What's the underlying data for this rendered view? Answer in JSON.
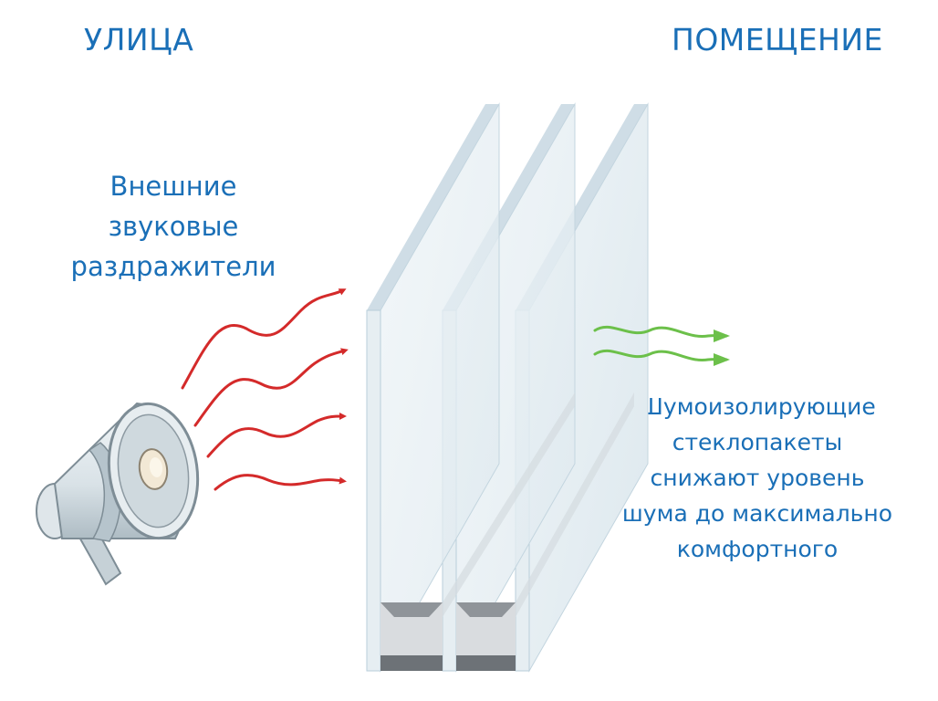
{
  "labels": {
    "street": "УЛИЦА",
    "room": "ПОМЕЩЕНИЕ",
    "external": [
      "Внешние",
      "звуковые",
      "раздражители"
    ],
    "description": [
      "Шумоизолирующие",
      "стеклопакеты",
      "снижают уровень",
      "шума до максимально",
      "комфортного"
    ]
  },
  "colors": {
    "text": "#1a6fb7",
    "noise_wave": "#d42a2a",
    "reduced_wave": "#6cc04a",
    "glass": "#e4edf2",
    "glass_edge": "#b9cfdb",
    "spacer": "#8f9499"
  },
  "icons": {
    "megaphone": "megaphone-icon"
  }
}
